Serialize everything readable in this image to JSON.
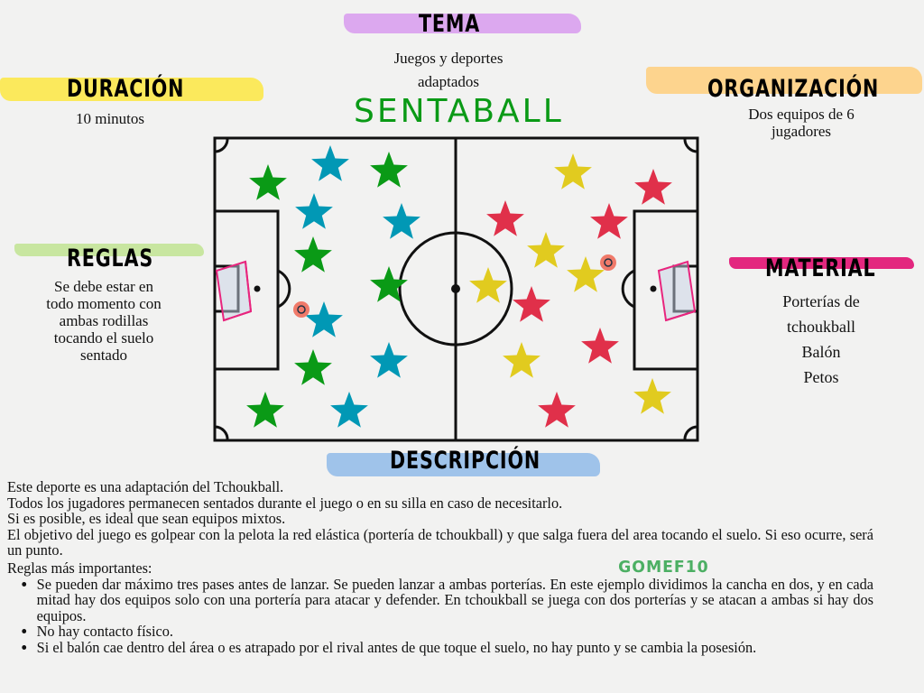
{
  "tema": {
    "heading": "TEMA",
    "text_line1": "Juegos y deportes",
    "text_line2": "adaptados",
    "color": "#dca8ef"
  },
  "title": "SENTABALL",
  "duracion": {
    "heading": "DURACIÓN",
    "text": "10 minutos",
    "color": "#fbe95c"
  },
  "organizacion": {
    "heading": "ORGANIZACIÓN",
    "text_line1": "Dos equipos de 6",
    "text_line2": "jugadores",
    "color": "#fdd48e"
  },
  "reglas": {
    "heading": "REGLAS",
    "lines": [
      "Se debe estar en",
      "todo momento con",
      "ambas rodillas",
      "tocando el suelo",
      "sentado"
    ],
    "color": "#c8e6a0"
  },
  "material": {
    "heading": "MATERIAL",
    "items": [
      "Porterías de",
      "tchoukball",
      "Balón",
      "Petos"
    ],
    "color": "#e3277f"
  },
  "descripcion": {
    "heading": "DESCRIPCIÓN",
    "color": "#9fc3ea",
    "paragraphs": [
      "Este deporte es una adaptación del Tchoukball.",
      "Todos los jugadores permanecen sentados durante el juego o en su silla en caso de necesitarlo.",
      "Si es posible, es ideal que sean equipos mixtos.",
      "El objetivo del juego es golpear con la pelota la red elástica (portería de tchoukball) y que salga fuera del area tocando el suelo. Si eso ocurre, será un punto.",
      "Reglas más importantes:"
    ],
    "bullets": [
      "Se pueden dar máximo tres pases antes de lanzar.  Se pueden lanzar a ambas porterías. En este ejemplo dividimos la cancha en dos, y en cada mitad hay dos equipos solo con una portería para atacar y defender. En tchoukball se juega con dos porterías y se atacan a ambas si hay dos equipos.",
      "No hay contacto físico.",
      "Si el balón cae dentro del área o es atrapado por el rival antes de que toque el suelo, no hay punto y se cambia la posesión."
    ]
  },
  "signature": "GOMEF10",
  "teams": {
    "green": "#0a9a16",
    "blue": "#0198b5",
    "yellow": "#e1cb1f",
    "red": "#e0304a"
  }
}
